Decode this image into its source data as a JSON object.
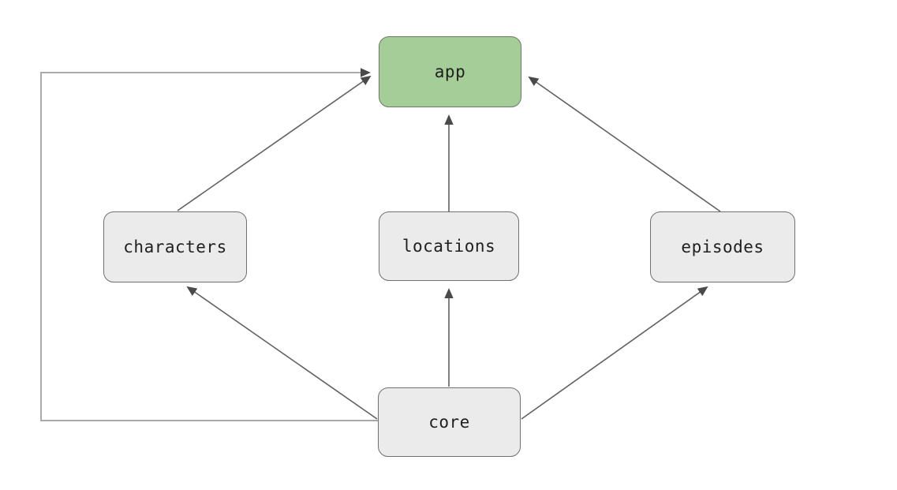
{
  "diagram": {
    "type": "dependency-graph",
    "background_color": "#ffffff",
    "colors": {
      "highlight_node_fill": "#a5cd98",
      "default_node_fill": "#ebebeb",
      "node_border": "#707070",
      "edge_line": "#616161",
      "loop_edge_line": "#a9a9a9",
      "arrowhead": "#4a4a4a",
      "label_text": "#1f1f1f"
    },
    "nodes": [
      {
        "id": "app",
        "label": "app",
        "style": "highlighted-green"
      },
      {
        "id": "characters",
        "label": "characters",
        "style": "default-gray"
      },
      {
        "id": "locations",
        "label": "locations",
        "style": "default-gray"
      },
      {
        "id": "episodes",
        "label": "episodes",
        "style": "default-gray"
      },
      {
        "id": "core",
        "label": "core",
        "style": "default-gray"
      }
    ],
    "edges": [
      {
        "from": "characters",
        "to": "app"
      },
      {
        "from": "locations",
        "to": "app"
      },
      {
        "from": "episodes",
        "to": "app"
      },
      {
        "from": "core",
        "to": "app"
      },
      {
        "from": "core",
        "to": "characters"
      },
      {
        "from": "core",
        "to": "locations"
      },
      {
        "from": "core",
        "to": "episodes"
      }
    ]
  }
}
